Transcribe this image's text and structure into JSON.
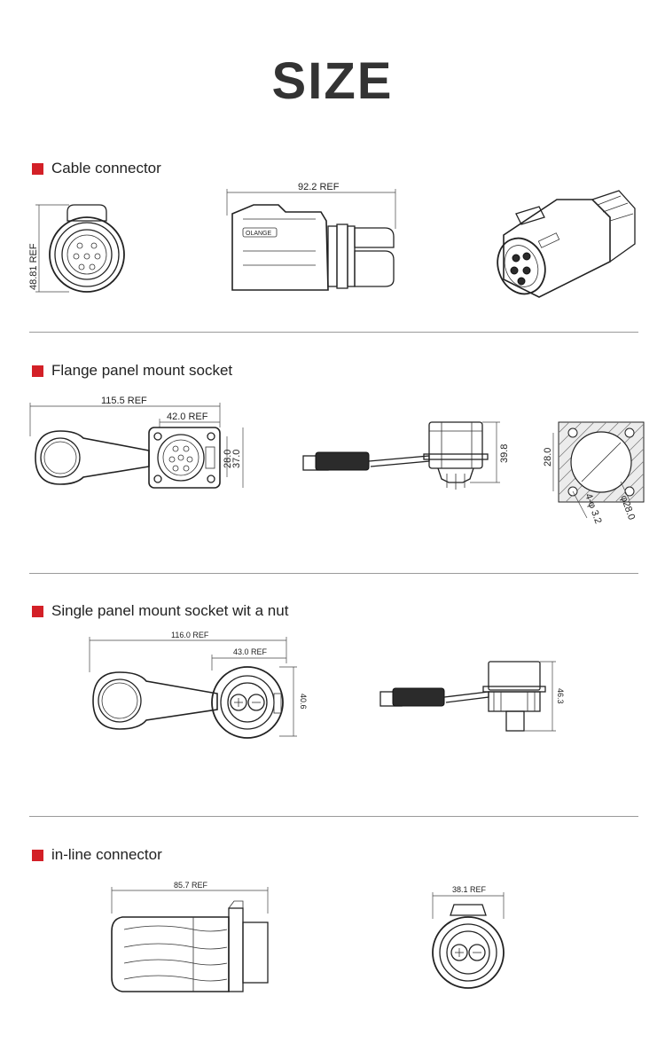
{
  "page": {
    "title": "SIZE",
    "accent_color": "#d32027"
  },
  "sections": [
    {
      "label": "Cable connector",
      "dims": {
        "height": "48.81 REF",
        "length": "92.2 REF"
      },
      "logo_text": "OLANGE"
    },
    {
      "label": "Flange panel mount socket",
      "dims": {
        "overall": "115.5 REF",
        "flange": "42.0 REF",
        "inner": "28.0",
        "outer": "37.0",
        "side_height": "39.8",
        "cut_square": "28.0",
        "hole": "4-φ 3.2",
        "bore": "φ28.0"
      }
    },
    {
      "label": "Single panel mount socket wit a nut",
      "dims": {
        "overall": "116.0 REF",
        "face": "43.0 REF",
        "height": "40.6",
        "side_height": "46.3"
      }
    },
    {
      "label": "in-line connector",
      "dims": {
        "length": "85.7 REF",
        "width": "38.1 REF"
      }
    }
  ]
}
